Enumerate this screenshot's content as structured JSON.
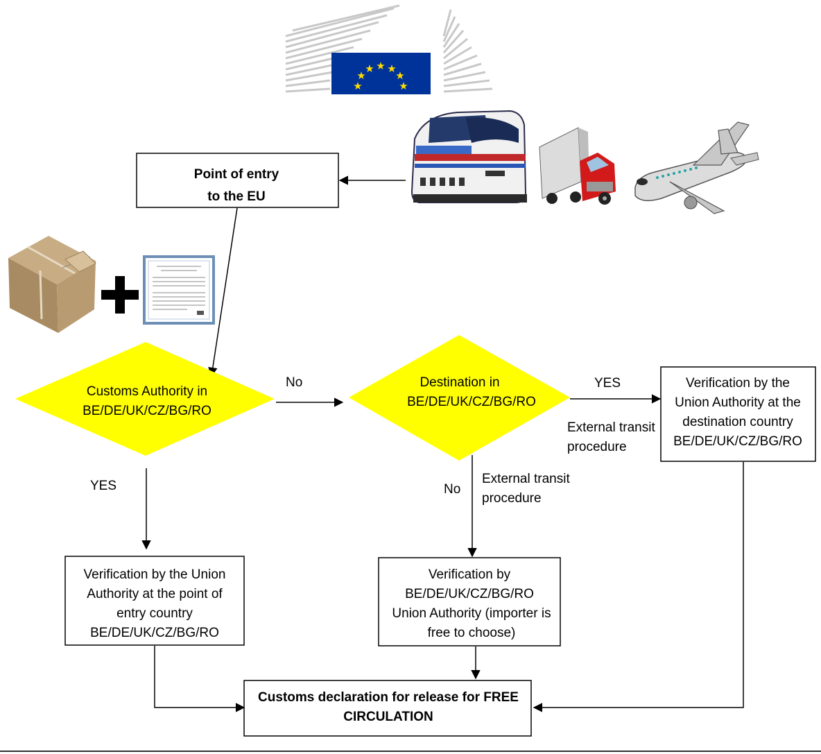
{
  "entry_box": {
    "line1": "Point of entry",
    "line2": "to the EU"
  },
  "decision_customs": {
    "line1": "Customs Authority  in",
    "line2": "BE/DE/UK/CZ/BG/RO"
  },
  "decision_destination": {
    "line1": "Destination  in",
    "line2": "BE/DE/UK/CZ/BG/RO"
  },
  "label_no_1": "No",
  "label_yes_1": "YES",
  "label_yes_2": "YES",
  "label_no_2": "No",
  "label_external_1": {
    "line1": "External transit",
    "line2": "procedure"
  },
  "label_external_2": {
    "line1": "External transit",
    "line2": "procedure"
  },
  "box_point_entry": {
    "line1": "Verification by the Union",
    "line2": "Authority at the point  of",
    "line3": "entry country",
    "line4": "BE/DE/UK/CZ/BG/RO"
  },
  "box_importer_choice": {
    "line1": "Verification by",
    "line2": "BE/DE/UK/CZ/BG/RO",
    "line3": "Union  Authority (importer is",
    "line4": "free to choose)"
  },
  "box_destination": {
    "line1": "Verification by the",
    "line2": "Union Authority at the",
    "line3": "destination country",
    "line4": "BE/DE/UK/CZ/BG/RO"
  },
  "box_final": {
    "line1": "Customs declaration for release for FREE",
    "line2": "CIRCULATION"
  },
  "colors": {
    "decision_fill": "#ffff00",
    "eu_blue": "#003399",
    "eu_star": "#ffdd00"
  },
  "icons": [
    "eu-commission-logo",
    "train-icon",
    "truck-icon",
    "airplane-icon",
    "parcel-icon",
    "plus-icon",
    "certificate-icon"
  ]
}
